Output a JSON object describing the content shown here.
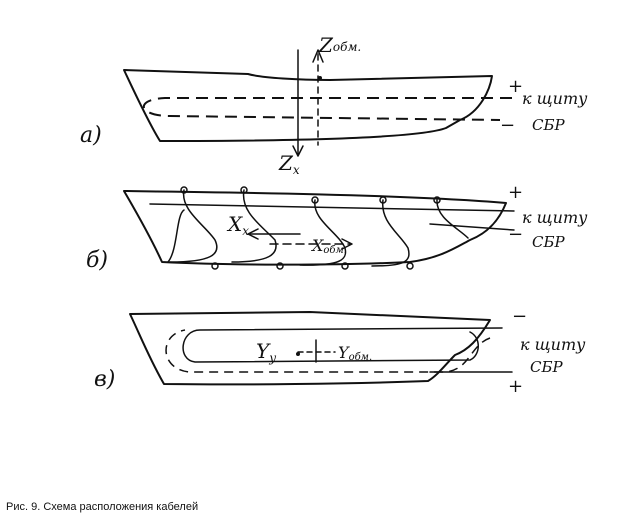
{
  "caption": "Рис. 9. Схема расположения кабелей",
  "panels": [
    {
      "label": "а)",
      "axes": [
        {
          "name": "Z",
          "sub": "обм."
        },
        {
          "name": "Z",
          "sub": "x"
        }
      ],
      "terminals": {
        "top": "+",
        "bottom": "−"
      },
      "dest_line1": "к щиту",
      "dest_line2": "СБР"
    },
    {
      "label": "б)",
      "axes": [
        {
          "name": "X",
          "sub": "x"
        },
        {
          "name": "X",
          "sub": "обм."
        }
      ],
      "terminals": {
        "top": "+",
        "bottom": "−"
      },
      "dest_line1": "к щиту",
      "dest_line2": "СБР"
    },
    {
      "label": "в)",
      "axes": [
        {
          "name": "Y",
          "sub": "y"
        },
        {
          "name": "Y",
          "sub": "обм."
        }
      ],
      "terminals": {
        "top": "−",
        "bottom": "+"
      },
      "dest_line1": "к щиту",
      "dest_line2": "СБР"
    }
  ]
}
